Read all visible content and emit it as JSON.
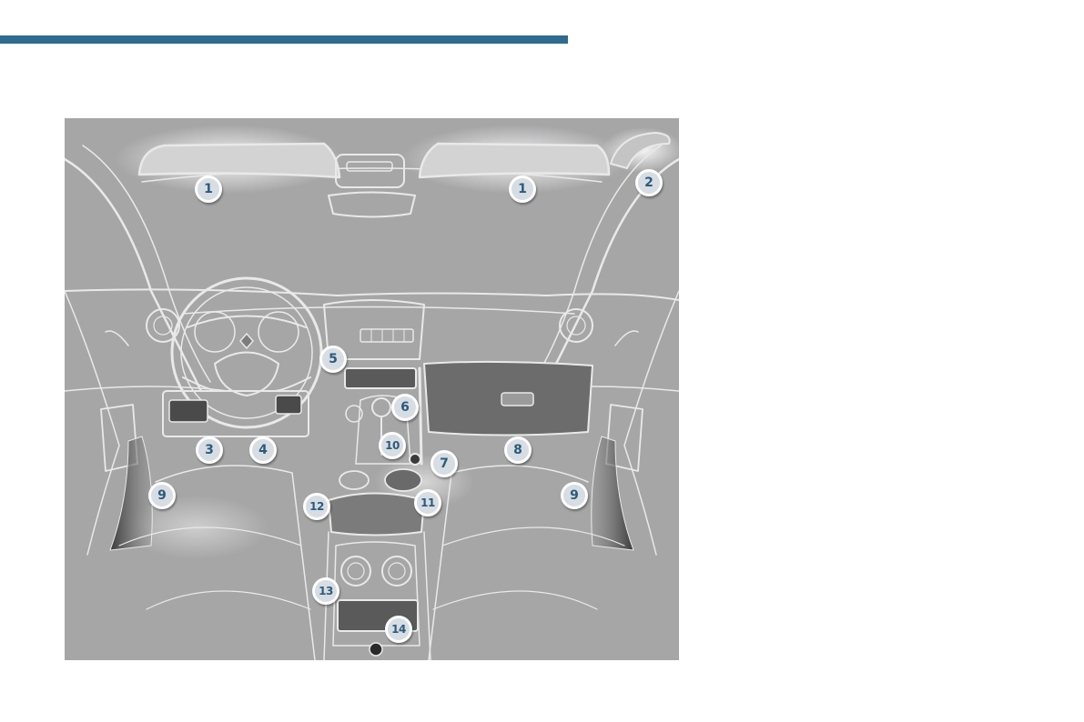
{
  "colors": {
    "rule": "#2e6b8f",
    "background": "#a6a6a7",
    "callout_fill": "#d7dde3",
    "callout_text": "#2b5b7d",
    "line_light": "#e9e9e9",
    "line_dark": "#808080"
  },
  "callouts": [
    {
      "id": "sun-visor-left",
      "label": "1"
    },
    {
      "id": "sun-visor-right",
      "label": "1"
    },
    {
      "id": "grab-handle",
      "label": "2"
    },
    {
      "id": "lower-left-storage",
      "label": "3"
    },
    {
      "id": "dash-storage",
      "label": "4"
    },
    {
      "id": "center-storage-compartment",
      "label": "5"
    },
    {
      "id": "gear-area",
      "label": "6"
    },
    {
      "id": "socket",
      "label": "7"
    },
    {
      "id": "glove-box",
      "label": "8"
    },
    {
      "id": "door-pocket-left",
      "label": "9"
    },
    {
      "id": "door-pocket-right",
      "label": "9"
    },
    {
      "id": "front-socket",
      "label": "10"
    },
    {
      "id": "cup-holders",
      "label": "11"
    },
    {
      "id": "front-armrest",
      "label": "12"
    },
    {
      "id": "rear-vents",
      "label": "13"
    },
    {
      "id": "rear-storage",
      "label": "14"
    }
  ]
}
